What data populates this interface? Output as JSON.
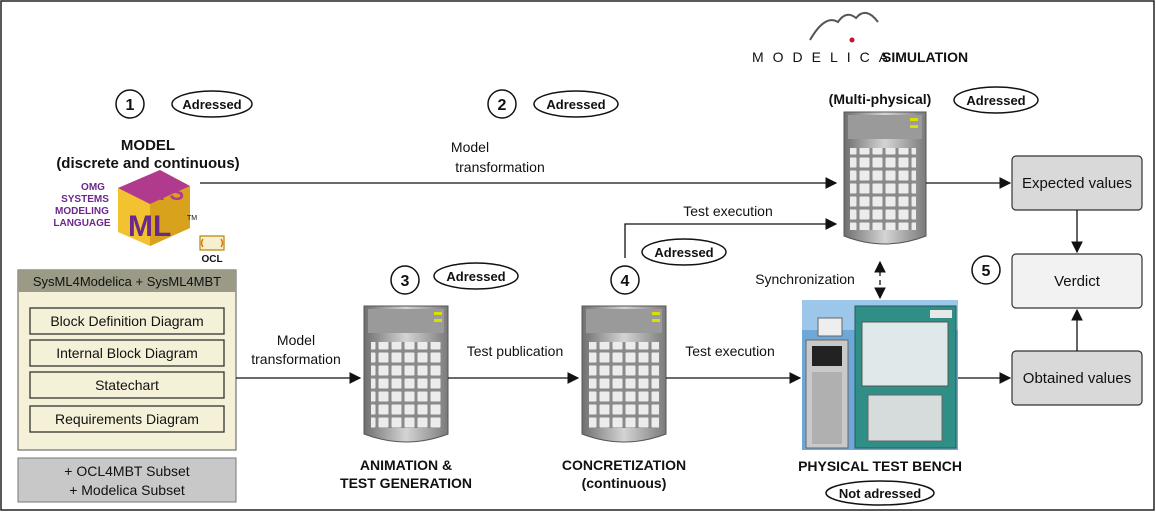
{
  "header": {
    "modelica_logo_letters": "MODELICA",
    "simulation_label": "SIMULATION"
  },
  "steps": {
    "s1": {
      "number": "1",
      "status": "Adressed"
    },
    "s2": {
      "number": "2",
      "status": "Adressed"
    },
    "s3": {
      "number": "3",
      "status": "Adressed"
    },
    "s4": {
      "number": "4",
      "status": "Adressed"
    },
    "s5": {
      "number": "5"
    }
  },
  "model": {
    "title_line1": "MODEL",
    "title_line2": "(discrete and continuous)",
    "sysml_logo": {
      "letters": "SYS",
      "letters2": "ML",
      "line1": "OMG",
      "line2": "SYSTEMS",
      "line3": "MODELING",
      "line4": "LANGUAGE",
      "tm": "TM"
    },
    "ocl_logo": "OCL"
  },
  "profile_box": {
    "header": "SysML4Modelica + SysML4MBT",
    "items": [
      "Block Definition Diagram",
      "Internal Block Diagram",
      "Statechart",
      "Requirements Diagram"
    ],
    "subset_line1": "+ OCL4MBT Subset",
    "subset_line2": "+ Modelica Subset"
  },
  "edges": {
    "model_transformation_top_1": "Model",
    "model_transformation_top_2": "transformation",
    "model_transformation_left_1": "Model",
    "model_transformation_left_2": "transformation",
    "test_publication": "Test publication",
    "test_execution_bottom": "Test execution",
    "test_execution_top": "Test execution",
    "synchronization": "Synchronization"
  },
  "servers": {
    "multi_physical_label": "(Multi-physical)",
    "animation_line1": "ANIMATION  &",
    "animation_line2": "TEST GENERATION",
    "concretization_line1": "CONCRETIZATION",
    "concretization_line2": "(continuous)",
    "physical_bench_label": "PHYSICAL TEST BENCH",
    "physical_bench_status": "Not adressed"
  },
  "outputs": {
    "expected": "Expected values",
    "verdict": "Verdict",
    "obtained": "Obtained values"
  },
  "colors": {
    "profile_bg": "#f4f1d8",
    "profile_header": "#9a9a86",
    "subset_bg": "#c8c8c8",
    "output_box": "#d9d9d9",
    "verdict_box": "#f2f2f2"
  }
}
